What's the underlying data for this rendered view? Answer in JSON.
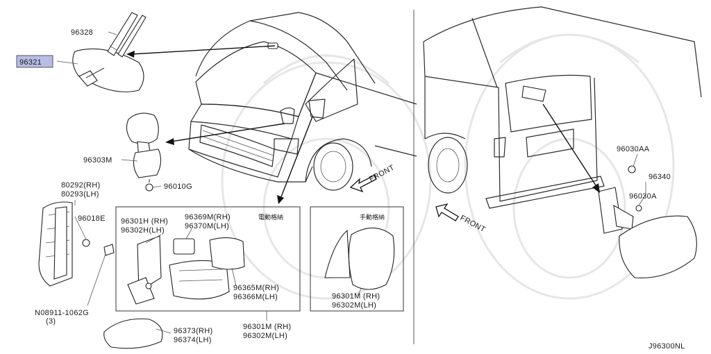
{
  "diagram": {
    "code": "J96300NL",
    "highlight_color": "#b8bde6",
    "labels": {
      "p96328": "96328",
      "p96321": "96321",
      "p96303m": "96303M",
      "p96010g": "96010G",
      "p80292": "80292(RH)",
      "p80293": "80293(LH)",
      "p96018e": "96018E",
      "p96301h": "96301H (RH)",
      "p96302h": "96302H(LH)",
      "p96369m": "96369M(RH)",
      "p96370m": "96370M(LH)",
      "electric": "電動格納",
      "manual": "手動格納",
      "p96365m": "96365M(RH)",
      "p96366m": "96366M(LH)",
      "nut_code": "N08911-1062G",
      "nut_qty": "(3)",
      "p96373": "96373(RH)",
      "p96374": "96374(LH)",
      "p96301m_a": "96301M (RH)",
      "p96302m_a": "96302M(LH)",
      "p96301m_b": "96301M (RH)",
      "p96302m_b": "96302M(LH)",
      "front_a": "FRONT",
      "front_b": "FRONT",
      "p96030aa": "96030AA",
      "p96340": "96340",
      "p96030a": "96030A"
    }
  }
}
